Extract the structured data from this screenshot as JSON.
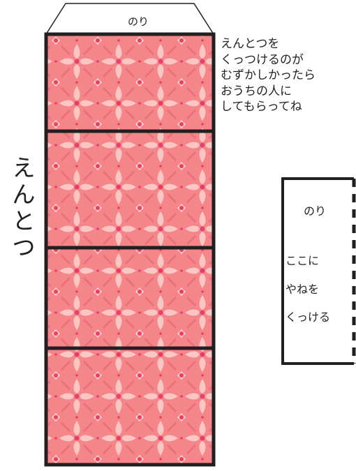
{
  "tab": {
    "label": "のり"
  },
  "note": {
    "lines": [
      "えんとつを",
      "くっつけるのが",
      "むずかしかったら",
      "おうちの人に",
      "してもらってね"
    ]
  },
  "title": {
    "chars": [
      "え",
      "ん",
      "と",
      "つ"
    ]
  },
  "glue_card": {
    "glue_label": "のり",
    "instruction_lines": [
      "ここに",
      "やねを",
      "くっける"
    ]
  },
  "colors": {
    "pattern_base": "#f4868a",
    "pattern_light": "#fbc6c3",
    "pattern_dot": "#e83e68",
    "lines": "#231f20"
  }
}
